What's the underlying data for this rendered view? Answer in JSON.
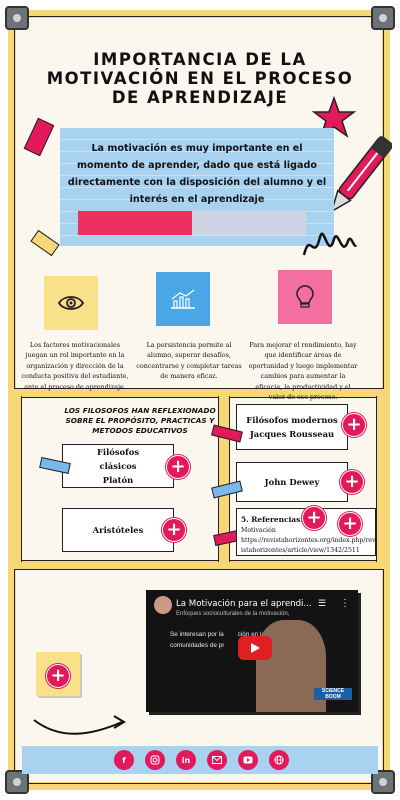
{
  "title": "Importancia de la motivación en el proceso de aprendizaje",
  "intro": {
    "text": "La motivación es muy importante en el momento de aprender, dado que está ligado directamente con la disposición del alumno y el interés en el aprendizaje",
    "progress": 0.5
  },
  "columns": [
    {
      "icon": "eye-icon",
      "text": "Los factores motivacionales juegan un rol importante en la organización y dirección de la conducta positiva del estudiante, ante el proceso de aprendizaje."
    },
    {
      "icon": "bar-chart-icon",
      "text": "La persistencia permite al alumno, superar desafíos, concentrarse y completar tareas de manera eficaz."
    },
    {
      "icon": "lightbulb-icon",
      "text": "Para mejorar el rendimiento, hay que identificar áreas de oportunidad y luego implementar cambios para aumentar la eficacia, la productividad y el valor de ese proceso."
    }
  ],
  "philosophers": {
    "heading": "Los filosofos han reflexionado sobre el propósito, practicas y metodos educativos",
    "left": [
      "Filósofos clásicos Platón",
      "Aristóteles"
    ],
    "right": [
      "Filósofos modernos Jacques Rousseau",
      "John Dewey"
    ]
  },
  "references": {
    "title": "5. Referencias.",
    "label": "Motivación",
    "url": "https://revistahorizontes.org/index.php/revistahorizontes/article/view/1342/2511"
  },
  "video": {
    "title": "La Motivación para el aprendi...",
    "subtitle": "Enfoques socioculturales de la motivación,",
    "line1": "Se interesan por la",
    "line1_end": "ción en las",
    "line2": "comunidades de pr",
    "brand": "SCIENCE BOOM"
  },
  "social": [
    "f",
    "ig",
    "in",
    "mail",
    "yt",
    "web"
  ],
  "colors": {
    "accent": "#e2195b",
    "blue": "#a9d2f0",
    "yellow": "#f7d777",
    "frame": "#fbf7ef"
  }
}
